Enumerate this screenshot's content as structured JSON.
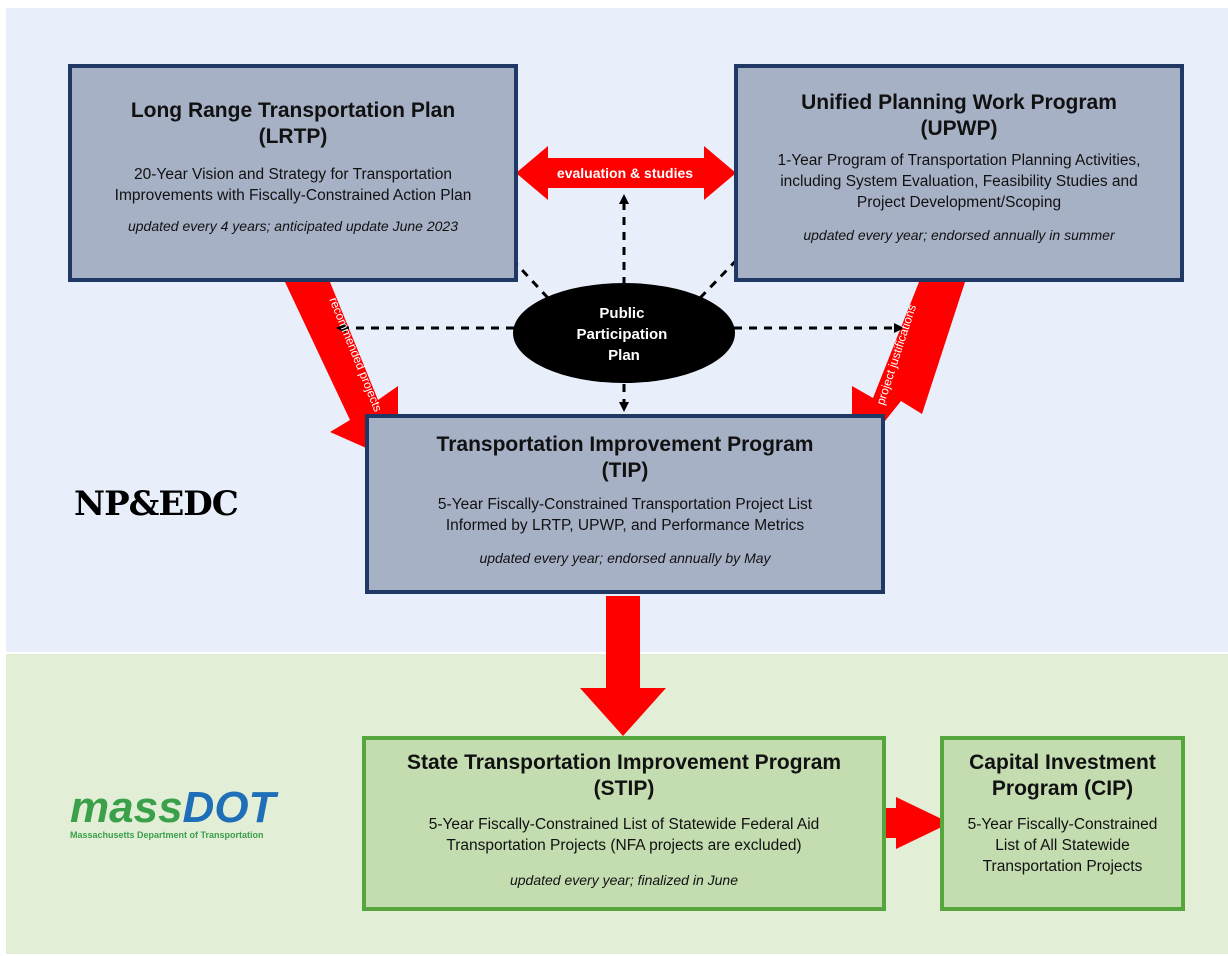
{
  "lrtp": {
    "title_line1": "Long Range Transportation Plan",
    "title_line2": "(LRTP)",
    "desc_line1": "20-Year Vision and Strategy for Transportation",
    "desc_line2": "Improvements with Fiscally-Constrained Action Plan",
    "note": "updated every 4 years; anticipated update June 2023"
  },
  "upwp": {
    "title_line1": "Unified Planning Work Program",
    "title_line2": "(UPWP)",
    "desc_line1": "1-Year Program of Transportation Planning Activities,",
    "desc_line2": "including System Evaluation, Feasibility Studies and",
    "desc_line3": "Project Development/Scoping",
    "note": "updated every year; endorsed annually in summer"
  },
  "tip": {
    "title_line1": "Transportation Improvement Program",
    "title_line2": "(TIP)",
    "desc_line1": "5-Year Fiscally-Constrained Transportation Project List",
    "desc_line2": "Informed by LRTP, UPWP, and Performance Metrics",
    "note": "updated every year; endorsed annually by May"
  },
  "stip": {
    "title_line1": "State Transportation Improvement Program",
    "title_line2": "(STIP)",
    "desc_line1": "5-Year Fiscally-Constrained List of Statewide Federal Aid",
    "desc_line2": "Transportation Projects (NFA projects are excluded)",
    "note": "updated every year; finalized in June"
  },
  "cip": {
    "title_line1": "Capital Investment",
    "title_line2": "Program (CIP)",
    "desc_line1": "5-Year Fiscally-Constrained",
    "desc_line2": "List of All Statewide",
    "desc_line3": "Transportation Projects"
  },
  "ppp": {
    "line1": "Public",
    "line2": "Participation",
    "line3": "Plan"
  },
  "arrows": {
    "evaluation": "evaluation & studies",
    "recommended": "recommended projects",
    "justifications": "project justifications"
  },
  "logos": {
    "np": "NP&EDC",
    "mass_part1": "mass",
    "mass_part2": "DOT",
    "mass_sub": "Massachusetts Department of Transportation"
  },
  "colors": {
    "arrow_red": "#ff0000",
    "blue_box_fill": "#a7b1c6",
    "blue_box_border": "#1f3864",
    "green_box_fill": "#c3dcb0",
    "green_box_border": "#55a63d"
  }
}
